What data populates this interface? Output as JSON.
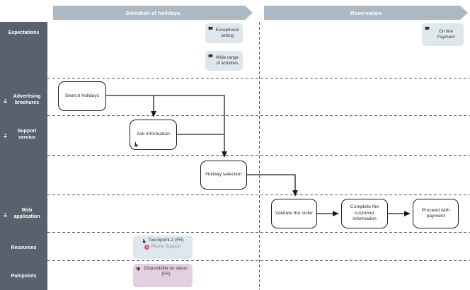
{
  "header": {
    "phases": [
      {
        "label": "Selection of holidays"
      },
      {
        "label": "Reservation"
      }
    ]
  },
  "sidebar": {
    "rows": [
      {
        "label": "Expectations",
        "icon": "none"
      },
      {
        "label": "Advertising brochures",
        "icon": "person"
      },
      {
        "label": "Support service",
        "icon": "person"
      },
      {
        "label": "",
        "icon": "none"
      },
      {
        "label": "Web application",
        "icon": "person"
      },
      {
        "label": "Resources",
        "icon": "none"
      },
      {
        "label": "Painpoints",
        "icon": "none"
      }
    ]
  },
  "flow": {
    "nodes": [
      {
        "label": "Search holidays"
      },
      {
        "label": "Ask information",
        "icon": "touch-hand"
      },
      {
        "label": "Holiday selection"
      },
      {
        "label": "Validate the order"
      },
      {
        "label": "Complete the customer information"
      },
      {
        "label": "Proceed with payment"
      }
    ]
  },
  "notes": [
    {
      "label": "Exceptional setting",
      "icon": "comment"
    },
    {
      "label": "Wide range of activities",
      "icon": "comment"
    },
    {
      "label": "On line Payment",
      "icon": "comment"
    }
  ],
  "resources": {
    "items": [
      {
        "label": "Touchpoint-1 (FR)",
        "icon": "touch-hand"
      },
      {
        "label": "Phone Support",
        "icon": "phone"
      }
    ]
  },
  "painpoints": {
    "items": [
      {
        "label": "Disponibilité du séjour (FR)",
        "icon": "thumbs-down"
      }
    ]
  },
  "colors": {
    "sidebar": "#57626e",
    "phase_arrow": "#adb9c2",
    "note_bg": "#dee7ec",
    "painpoint_bg": "#e3cfdf",
    "phone_badge": "#d4547e",
    "connector": "#1a1a1a"
  }
}
